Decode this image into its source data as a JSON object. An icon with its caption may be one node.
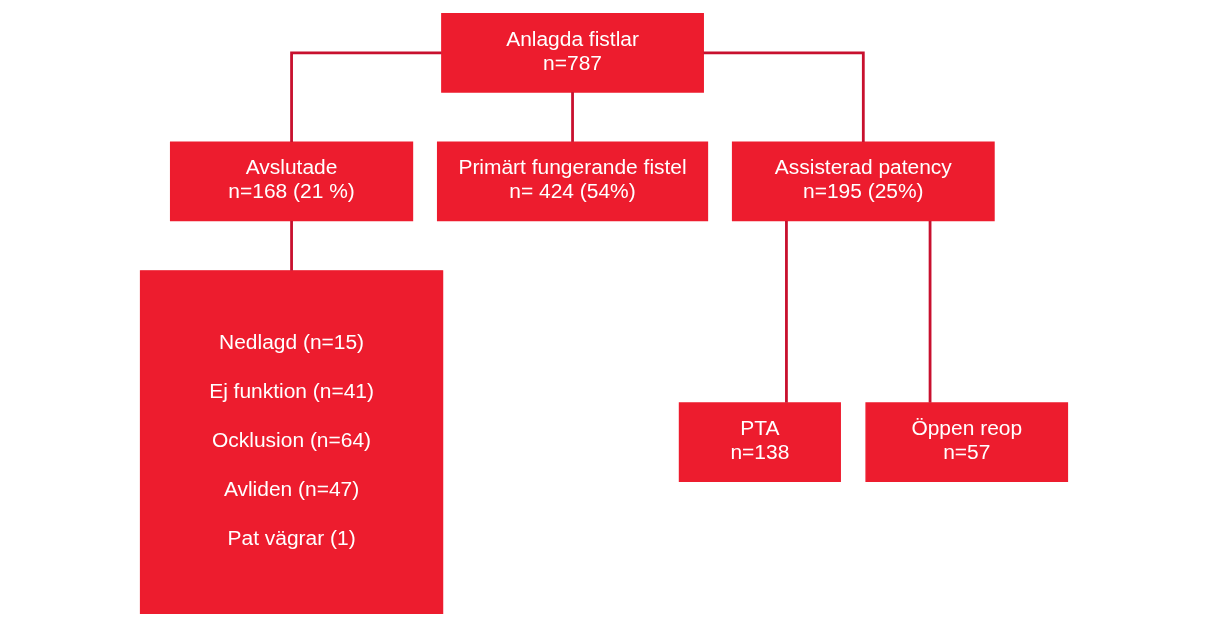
{
  "diagram": {
    "nodes": [
      {
        "text": [
          "Anlagda fistlar",
          "n=787"
        ]
      },
      {
        "text": [
          "Avslutade",
          "n=168 (21 %)"
        ]
      },
      {
        "text": [
          "Primärt fungerande fistel",
          "n= 424 (54%)"
        ]
      },
      {
        "text": [
          "Assisterad patency",
          "n=195 (25%)"
        ]
      },
      {
        "text": [
          "Nedlagd (n=15)",
          "Ej funktion (n=41)",
          "Ocklusion (n=64)",
          "Avliden (n=47)",
          "Pat vägrar (1)"
        ]
      },
      {
        "text": [
          "PTA",
          "n=138"
        ]
      },
      {
        "text": [
          "Öppen reop",
          "n=57"
        ]
      }
    ],
    "edges": [
      {
        "from": 0,
        "to": 1,
        "arrow": "none"
      },
      {
        "from": 0,
        "to": 2,
        "arrow": "none"
      },
      {
        "from": 0,
        "to": 3,
        "arrow": "none"
      },
      {
        "from": 1,
        "to": 4,
        "arrow": "none"
      },
      {
        "from": 3,
        "to": 5,
        "arrow": "none"
      },
      {
        "from": 3,
        "to": 6,
        "arrow": "none"
      }
    ]
  }
}
